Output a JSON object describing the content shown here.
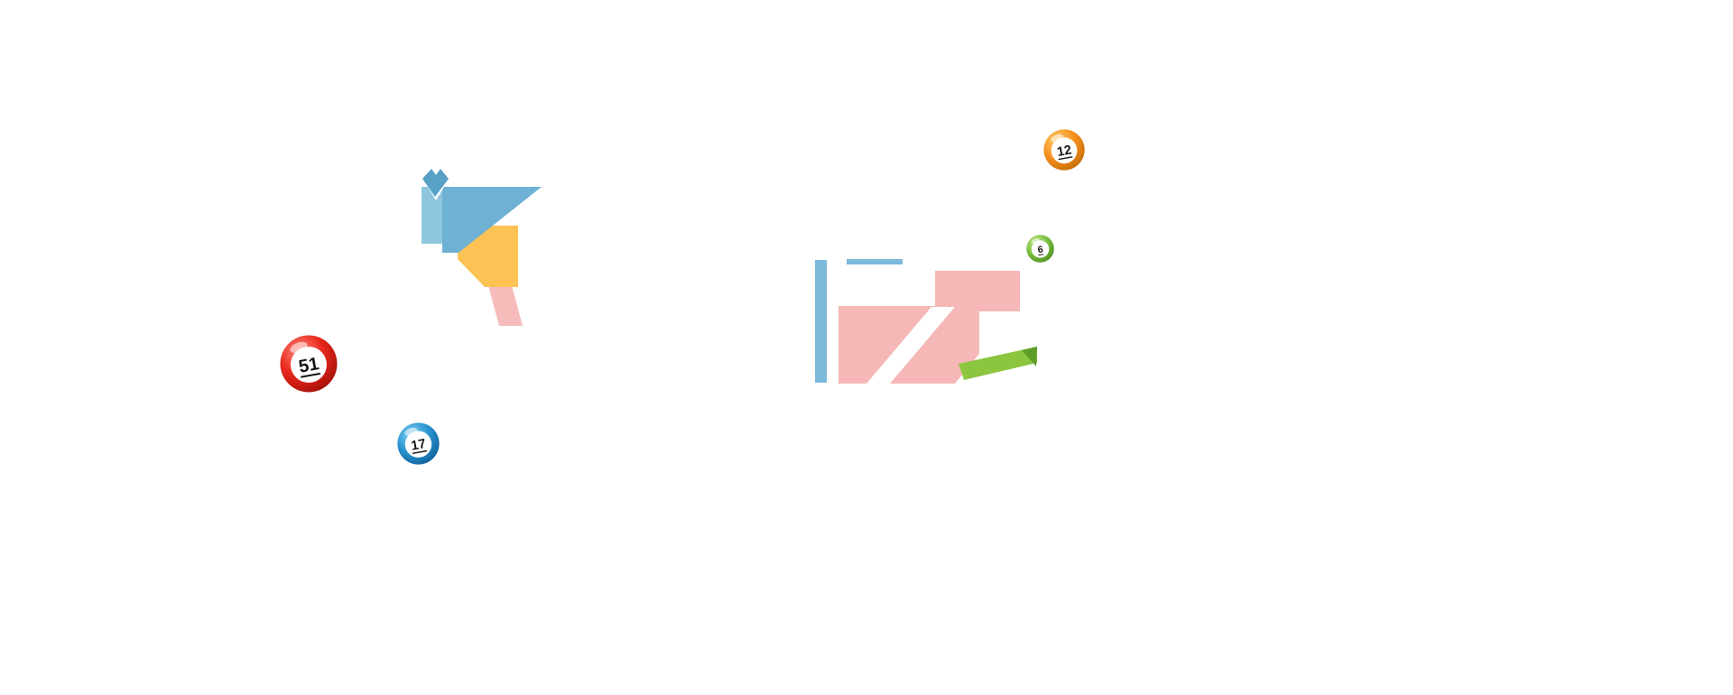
{
  "page": {
    "background": "#ffffff"
  },
  "balls": [
    {
      "number": "51",
      "name": "red-bingo-ball",
      "light": "#ff8a7a",
      "main": "#e8271c",
      "dark": "#9e0f07"
    },
    {
      "number": "17",
      "name": "blue-bingo-ball",
      "light": "#86d4f4",
      "main": "#2a95d0",
      "dark": "#0c5d97"
    },
    {
      "number": "12",
      "name": "orange-bingo-ball",
      "light": "#ffd27a",
      "main": "#f6921e",
      "dark": "#c06a04"
    },
    {
      "number": "6",
      "name": "green-bingo-ball",
      "light": "#c0e58a",
      "main": "#7cc142",
      "dark": "#4a8d1d"
    }
  ],
  "illustrations": {
    "origami": {
      "blue": "#6fb0d5",
      "blue_light": "#8ec6e0",
      "blue_dark": "#57a0c6",
      "yellow": "#fcc254",
      "pink": "#f5bcba"
    },
    "promo": {
      "blue": "#7cb9da",
      "pink": "#f5b8b6",
      "green": "#8cc63f",
      "green_dark": "#5f9e27"
    }
  }
}
